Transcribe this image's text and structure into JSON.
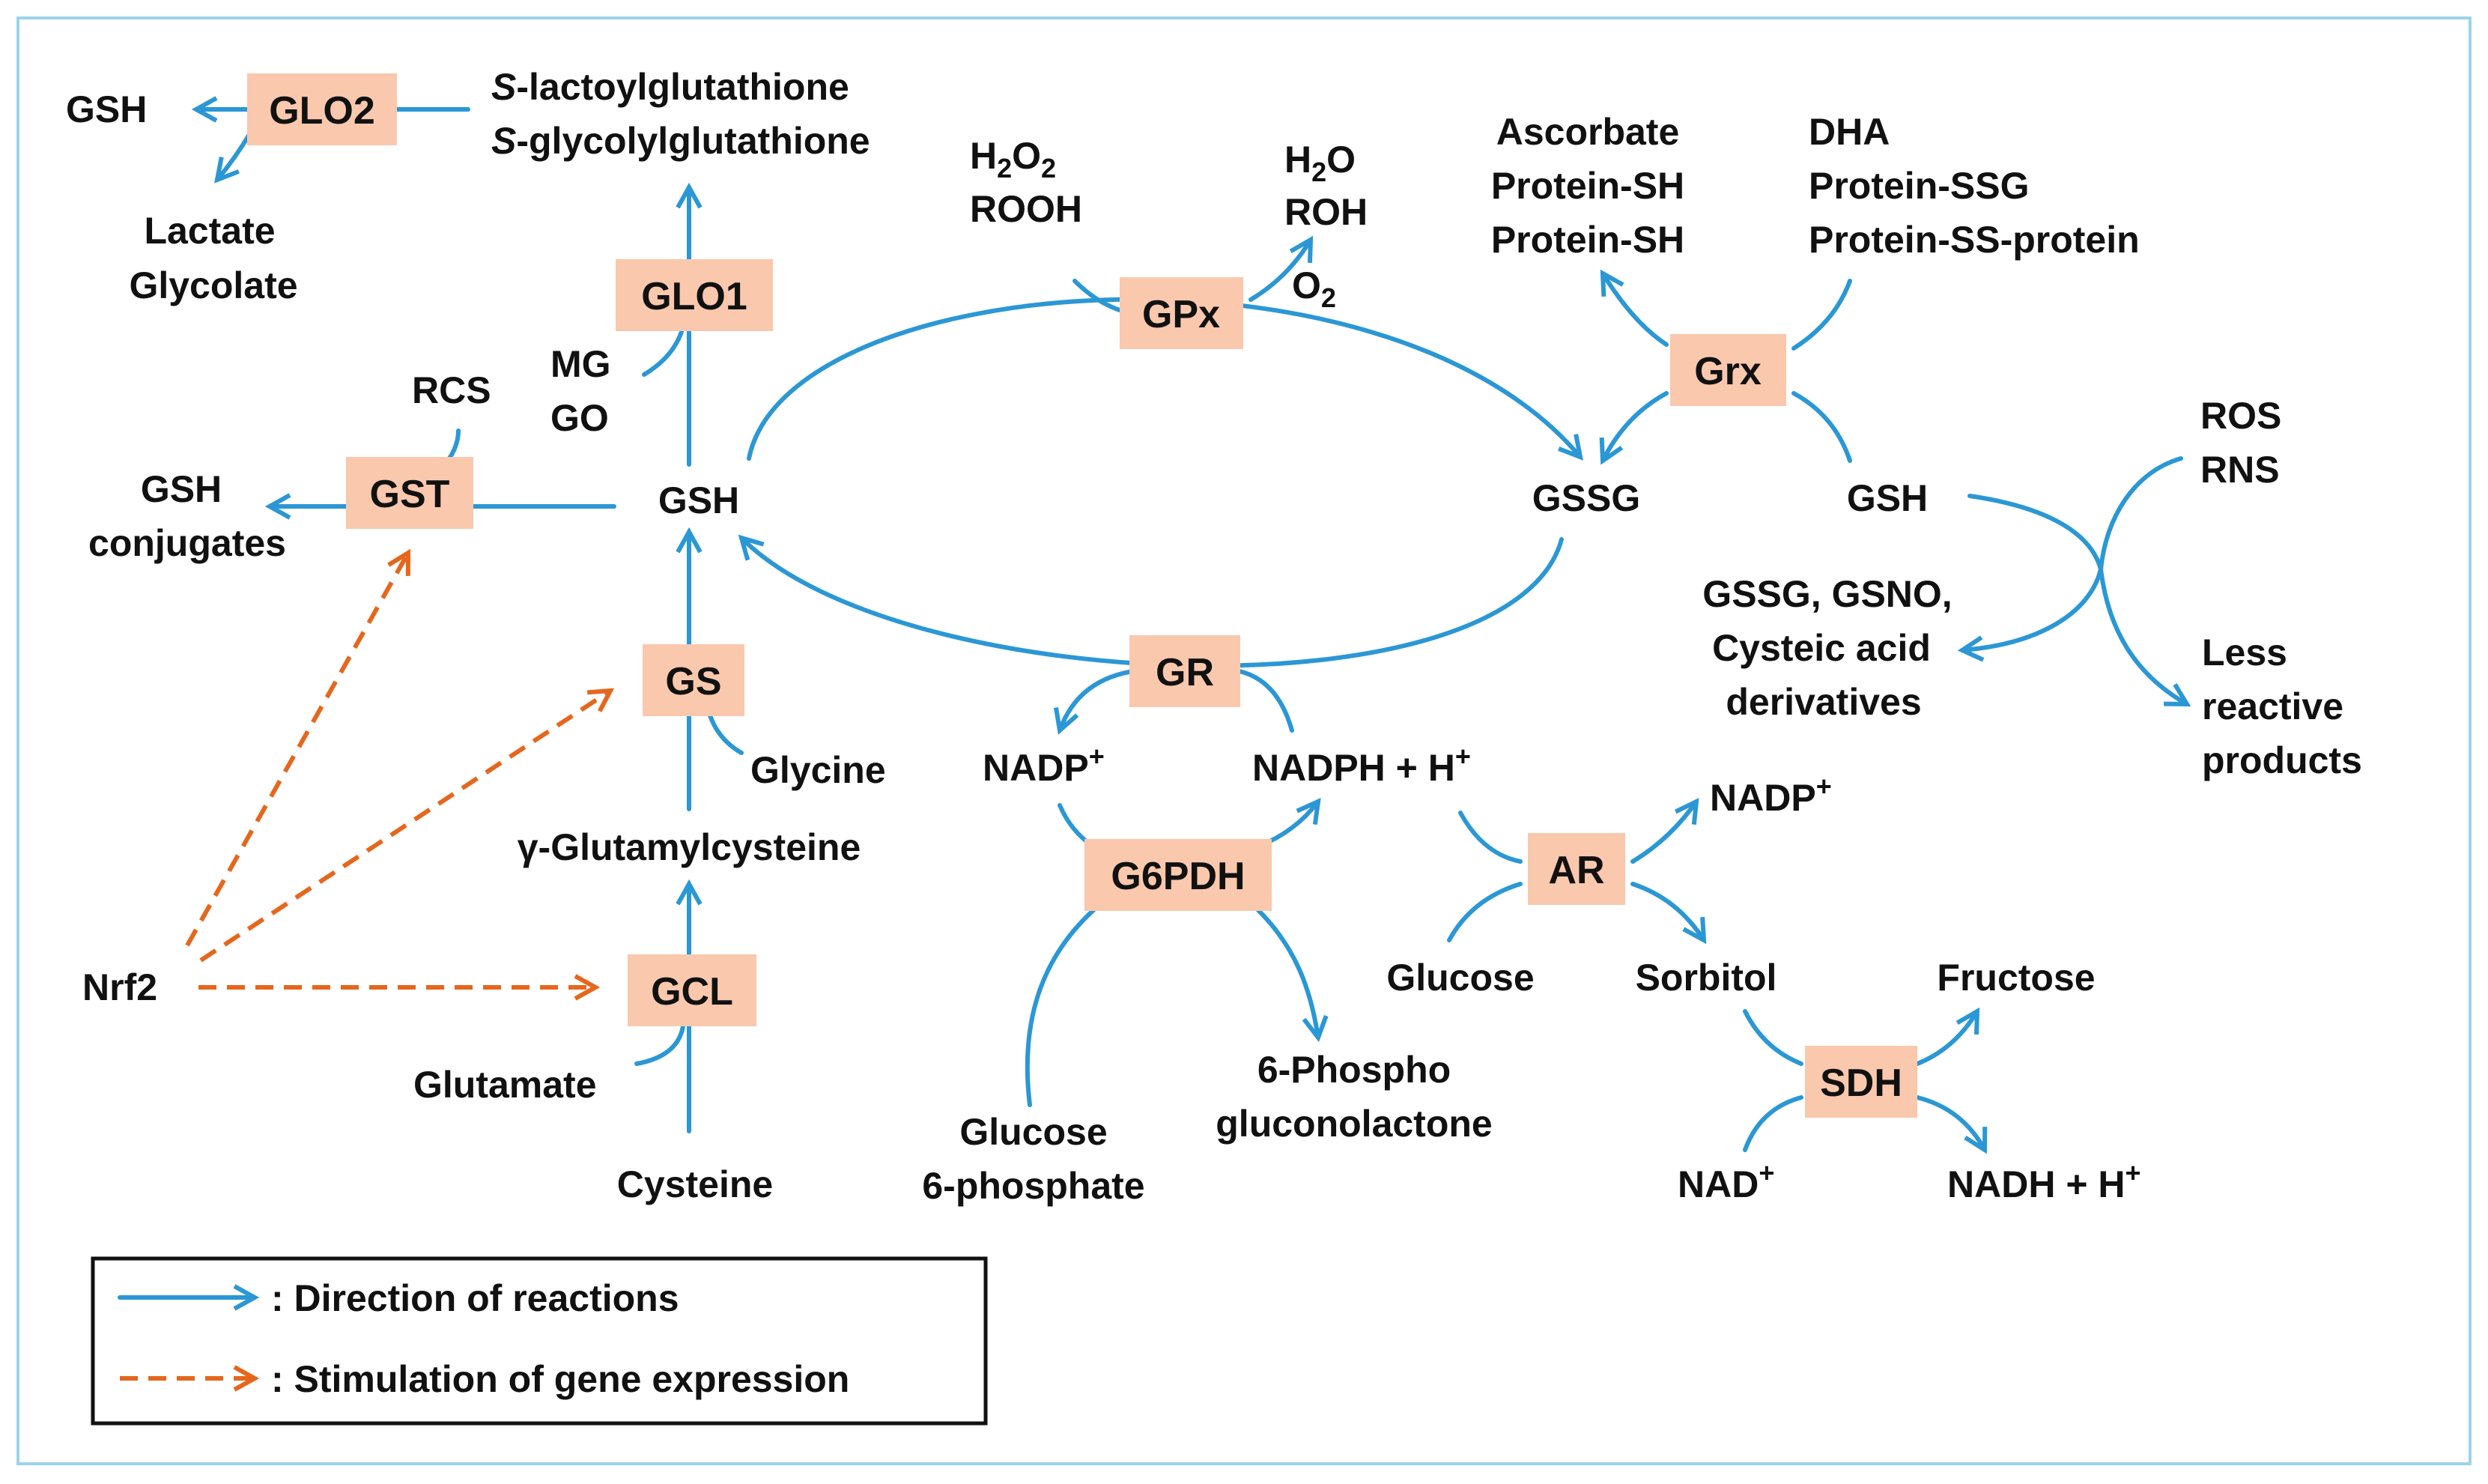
{
  "enzymes": {
    "glo2": "GLO2",
    "glo1": "GLO1",
    "gst": "GST",
    "gpx": "GPx",
    "grx": "Grx",
    "gr": "GR",
    "gs": "GS",
    "gcl": "GCL",
    "g6pdh": "G6PDH",
    "ar": "AR",
    "sdh": "SDH"
  },
  "metabolites": {
    "gsh_top_left": "GSH",
    "lactate": "Lactate",
    "glycolate": "Glycolate",
    "s_prefix": "S",
    "lactoyl_rest": "-lactoylglutathione",
    "glycolyl_rest": "-glycolylglutathione",
    "h2o2_base": "H",
    "h2o2_mid": "O",
    "sub_2": "2",
    "rooh": "ROOH",
    "h2o_base": "H",
    "h2o_end": "O",
    "roh": "ROH",
    "o2_base": "O",
    "ascorbate": "Ascorbate",
    "protein_sh_1": "Protein-SH",
    "protein_sh_2": "Protein-SH",
    "dha": "DHA",
    "protein_ssg": "Protein-SSG",
    "protein_ss_protein": "Protein-SS-protein",
    "mg": "MG",
    "go": "GO",
    "rcs": "RCS",
    "gsh_conj_1": "GSH",
    "gsh_conj_2": "conjugates",
    "gsh_center": "GSH",
    "gssg": "GSSG",
    "gsh_right": "GSH",
    "ros": "ROS",
    "rns": "RNS",
    "gssg_gsno": "GSSG, GSNO,",
    "cysteic": "Cysteic acid",
    "derivatives": "derivatives",
    "less": "Less",
    "reactive": "reactive",
    "products": "products",
    "glycine": "Glycine",
    "nadp_gr": "NADP",
    "plus_sup": "+",
    "nadph_gr": "NADPH + H",
    "gamma_glu": "γ-Glutamylcysteine",
    "nrf2": "Nrf2",
    "nadp_ar": "NADP",
    "glucose": "Glucose",
    "sorbitol": "Sorbitol",
    "fructose": "Fructose",
    "glutamate": "Glutamate",
    "cysteine": "Cysteine",
    "g6p_1": "Glucose",
    "g6p_2": "6-phosphate",
    "pgl_1": "6-Phospho",
    "pgl_2": "gluconolactone",
    "nad": "NAD",
    "nadh": "NADH + H"
  },
  "legend": {
    "direction": ": Direction of reactions",
    "stimulation": ": Stimulation of gene expression"
  },
  "colors": {
    "reaction_arrow": "#2b97d5",
    "stimulation_arrow": "#e5671d",
    "enzyme_box": "#f9c8ad",
    "frame": "#9bd3ea"
  }
}
